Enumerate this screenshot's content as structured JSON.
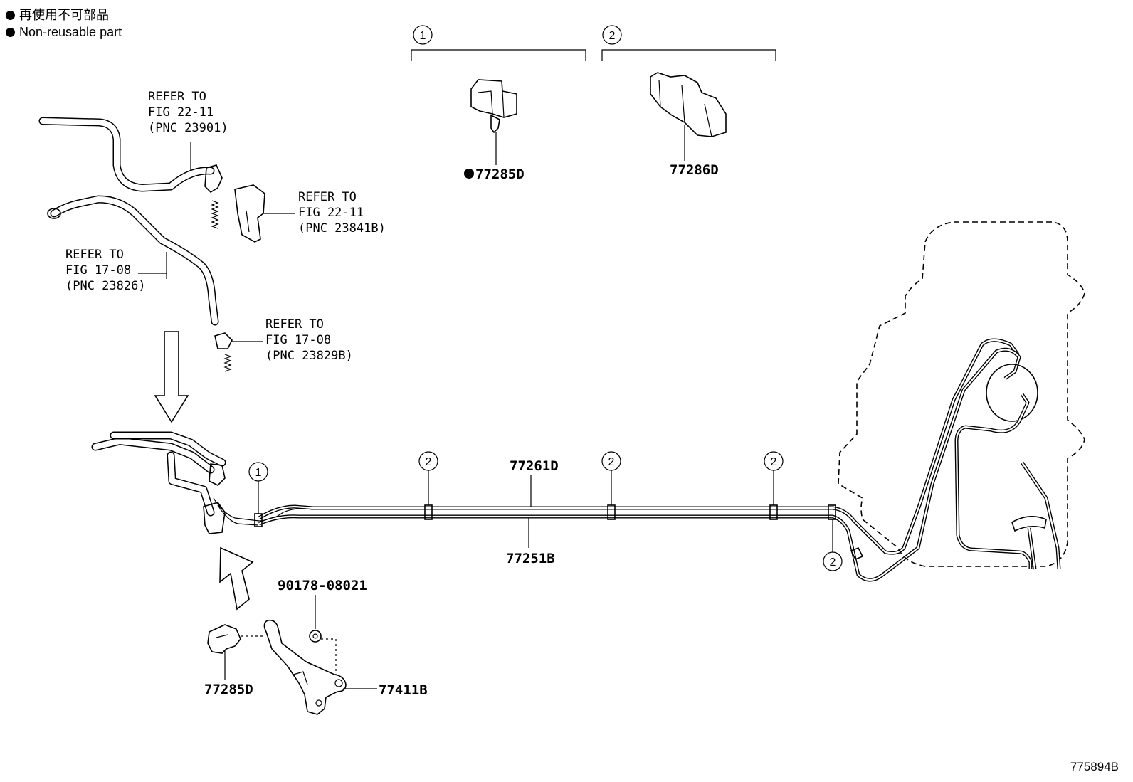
{
  "legend": {
    "japanese": "再使用不可部品",
    "english": "Non-reusable part"
  },
  "clip_groups": [
    {
      "number": "1",
      "part_number": "77285D",
      "non_reusable": true
    },
    {
      "number": "2",
      "part_number": "77286D",
      "non_reusable": false
    }
  ],
  "references": [
    {
      "line1": "REFER TO",
      "line2": "FIG 22-11",
      "line3": "(PNC 23901)"
    },
    {
      "line1": "REFER TO",
      "line2": "FIG 22-11",
      "line3": "(PNC 23841B)"
    },
    {
      "line1": "REFER TO",
      "line2": "FIG 17-08",
      "line3": "(PNC 23826)"
    },
    {
      "line1": "REFER TO",
      "line2": "FIG 17-08",
      "line3": "(PNC 23829B)"
    }
  ],
  "parts": {
    "upper_tube": "77261D",
    "lower_tube": "77251B",
    "bolt": "90178-08021",
    "bracket": "77411B",
    "bracket_clamp": "77285D"
  },
  "callouts": {
    "clamp_1": "1",
    "clamp_2": "2"
  },
  "figure_id": "775894B"
}
